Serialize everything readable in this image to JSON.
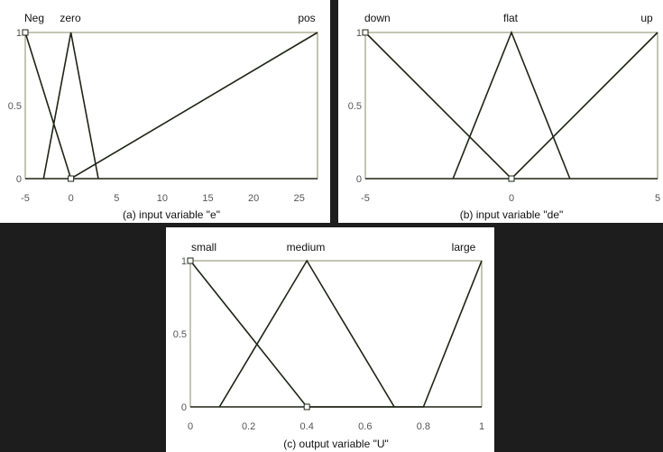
{
  "chart_data": [
    {
      "type": "line",
      "subtitle": "(a) input variable \"e\"",
      "xlim": [
        -5,
        27
      ],
      "ylim": [
        0,
        1
      ],
      "xticks": [
        -5,
        0,
        5,
        10,
        15,
        20,
        25
      ],
      "yticks": [
        0,
        0.5,
        1
      ],
      "series": [
        {
          "name": "Neg",
          "x": [
            -5,
            0,
            27
          ],
          "y": [
            1,
            0,
            0
          ]
        },
        {
          "name": "zero",
          "x": [
            -3,
            0,
            3
          ],
          "y": [
            0,
            1,
            0
          ]
        },
        {
          "name": "pos",
          "x": [
            -5,
            0,
            27
          ],
          "y": [
            0,
            0,
            1
          ]
        }
      ],
      "selected_marker": {
        "x": 0,
        "y": 0
      },
      "label_marker": {
        "x": -5,
        "y": 1
      }
    },
    {
      "type": "line",
      "subtitle": "(b) input variable \"de\"",
      "xlim": [
        -5,
        5
      ],
      "ylim": [
        0,
        1
      ],
      "xticks": [
        -5,
        0,
        5
      ],
      "yticks": [
        0,
        0.5,
        1
      ],
      "series": [
        {
          "name": "down",
          "x": [
            -5,
            0,
            5
          ],
          "y": [
            1,
            0,
            0
          ]
        },
        {
          "name": "flat",
          "x": [
            -2,
            0,
            2
          ],
          "y": [
            0,
            1,
            0
          ]
        },
        {
          "name": "up",
          "x": [
            -5,
            0,
            5
          ],
          "y": [
            0,
            0,
            1
          ]
        }
      ],
      "selected_marker": {
        "x": 0,
        "y": 0
      },
      "label_marker": {
        "x": -5,
        "y": 1
      }
    },
    {
      "type": "line",
      "subtitle": "(c) output variable \"U\"",
      "xlim": [
        0,
        1
      ],
      "ylim": [
        0,
        1
      ],
      "xticks": [
        0,
        0.2,
        0.4,
        0.6,
        0.8,
        1
      ],
      "yticks": [
        0,
        0.5,
        1
      ],
      "series": [
        {
          "name": "small",
          "x": [
            0,
            0.4,
            1
          ],
          "y": [
            1,
            0,
            0
          ]
        },
        {
          "name": "medium",
          "x": [
            0.1,
            0.4,
            0.7
          ],
          "y": [
            0,
            1,
            0
          ]
        },
        {
          "name": "large",
          "x": [
            0,
            0.8,
            1
          ],
          "y": [
            0,
            0,
            1
          ]
        }
      ],
      "selected_marker": {
        "x": 0.4,
        "y": 0
      },
      "label_marker": {
        "x": 0,
        "y": 1
      }
    }
  ]
}
